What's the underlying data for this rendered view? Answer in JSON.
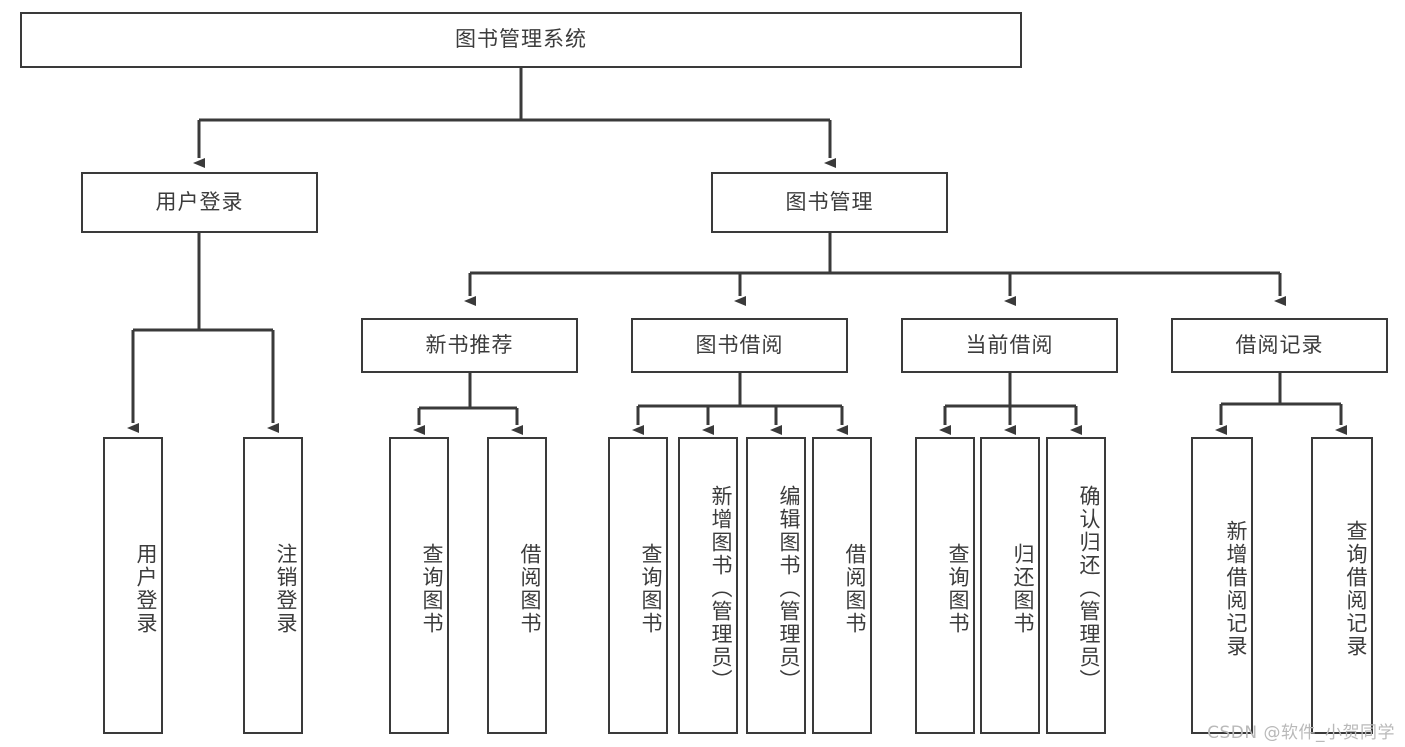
{
  "diagram": {
    "title": "图书管理系统",
    "type": "tree-hierarchy",
    "root": {
      "id": "root",
      "label": "图书管理系统"
    },
    "level1": [
      {
        "id": "login",
        "label": "用户登录"
      },
      {
        "id": "bookmgmt",
        "label": "图书管理"
      }
    ],
    "level2": [
      {
        "id": "newbook",
        "label": "新书推荐",
        "parent": "bookmgmt"
      },
      {
        "id": "borrow",
        "label": "图书借阅",
        "parent": "bookmgmt"
      },
      {
        "id": "current",
        "label": "当前借阅",
        "parent": "bookmgmt"
      },
      {
        "id": "record",
        "label": "借阅记录",
        "parent": "bookmgmt"
      }
    ],
    "leaves": [
      {
        "id": "leaf-user-login",
        "label": "用户登录",
        "parent": "login"
      },
      {
        "id": "leaf-user-logout",
        "label": "注销登录",
        "parent": "login"
      },
      {
        "id": "leaf-query-book-1",
        "label": "查询图书",
        "parent": "newbook"
      },
      {
        "id": "leaf-borrow-book-1",
        "label": "借阅图书",
        "parent": "newbook"
      },
      {
        "id": "leaf-query-book-2",
        "label": "查询图书",
        "parent": "borrow"
      },
      {
        "id": "leaf-add-book",
        "label": "新增图书（管理员）",
        "parent": "borrow"
      },
      {
        "id": "leaf-edit-book",
        "label": "编辑图书（管理员）",
        "parent": "borrow"
      },
      {
        "id": "leaf-borrow-book-2",
        "label": "借阅图书",
        "parent": "borrow"
      },
      {
        "id": "leaf-query-book-3",
        "label": "查询图书",
        "parent": "current"
      },
      {
        "id": "leaf-return-book",
        "label": "归还图书",
        "parent": "current"
      },
      {
        "id": "leaf-confirm-return",
        "label": "确认归还（管理员）",
        "parent": "current"
      },
      {
        "id": "leaf-add-record",
        "label": "新增借阅记录",
        "parent": "record"
      },
      {
        "id": "leaf-query-record",
        "label": "查询借阅记录",
        "parent": "record"
      }
    ],
    "colors": {
      "stroke": "#3a3a3a",
      "text": "#3c3c3c",
      "background": "#ffffff",
      "watermark": "#b9b9b9"
    }
  },
  "watermark": {
    "text": "CSDN @软件_小贺同学"
  }
}
